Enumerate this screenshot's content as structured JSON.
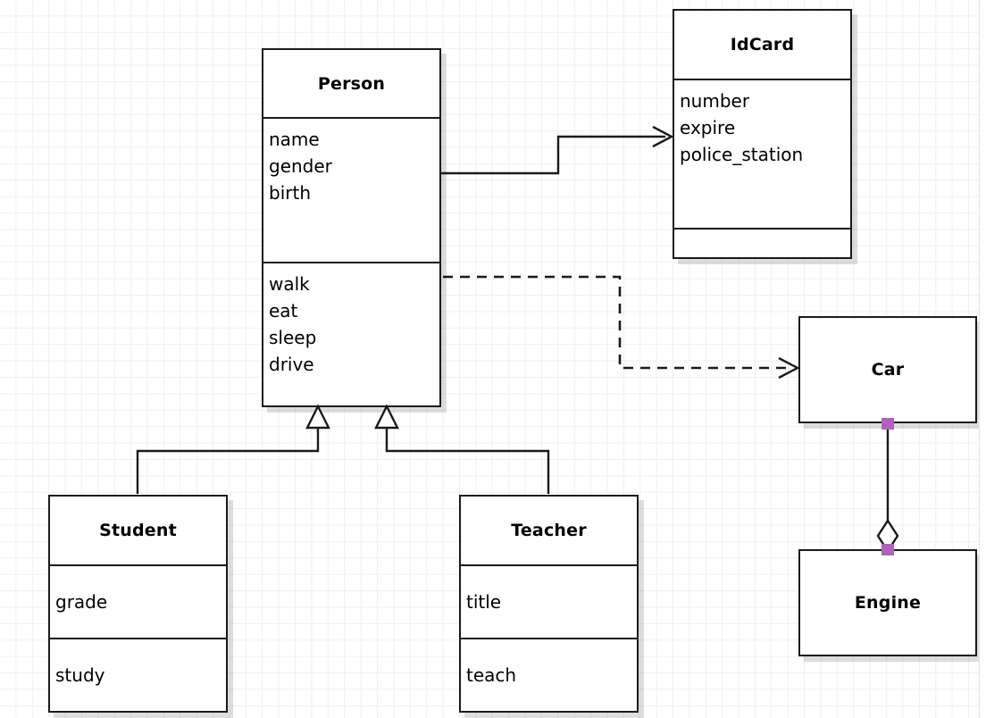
{
  "diagram": {
    "type": "uml-class-diagram",
    "background": "#ffffff",
    "grid_color": "#f0f0f0",
    "line_color": "#1a1a1a",
    "endpoint_color": "#b061bd"
  },
  "classes": {
    "person": {
      "name": "Person",
      "attributes": [
        "name",
        "gender",
        "birth"
      ],
      "methods": [
        "walk",
        "eat",
        "sleep",
        "drive"
      ]
    },
    "idcard": {
      "name": "IdCard",
      "attributes": [
        "number",
        "expire",
        "police_station"
      ],
      "methods": []
    },
    "student": {
      "name": "Student",
      "attributes": [
        "grade"
      ],
      "methods": [
        "study"
      ]
    },
    "teacher": {
      "name": "Teacher",
      "attributes": [
        "title"
      ],
      "methods": [
        "teach"
      ]
    },
    "car": {
      "name": "Car",
      "attributes": [],
      "methods": []
    },
    "engine": {
      "name": "Engine",
      "attributes": [],
      "methods": []
    }
  },
  "relationships": [
    {
      "id": "person-idcard",
      "kind": "association",
      "style": "solid",
      "arrow": "open",
      "from": "Person",
      "to": "IdCard"
    },
    {
      "id": "person-car",
      "kind": "dependency",
      "style": "dashed",
      "arrow": "open",
      "from": "Person",
      "to": "Car"
    },
    {
      "id": "student-person",
      "kind": "generalization",
      "style": "solid",
      "arrow": "hollow-triangle",
      "from": "Student",
      "to": "Person"
    },
    {
      "id": "teacher-person",
      "kind": "generalization",
      "style": "solid",
      "arrow": "hollow-triangle",
      "from": "Teacher",
      "to": "Person"
    },
    {
      "id": "car-engine",
      "kind": "aggregation",
      "style": "solid",
      "arrow": "hollow-diamond",
      "from": "Car",
      "to": "Engine"
    }
  ]
}
